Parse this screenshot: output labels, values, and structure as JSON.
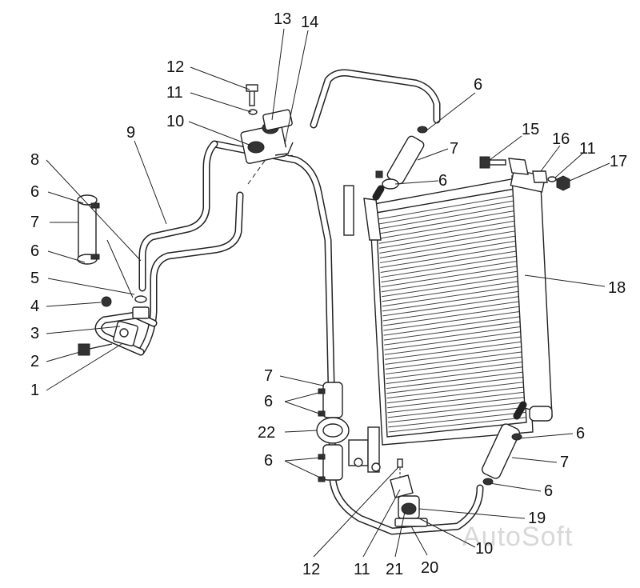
{
  "callouts": {
    "c13": "13",
    "c14": "14",
    "c12_top": "12",
    "c11_top": "11",
    "c10_top": "10",
    "c9": "9",
    "c8": "8",
    "c6_a": "6",
    "c7_a": "7",
    "c6_b": "6",
    "c5": "5",
    "c4": "4",
    "c3": "3",
    "c2": "2",
    "c1": "1",
    "c6_c": "6",
    "c7_b": "7",
    "c6_d": "6",
    "c15": "15",
    "c16": "16",
    "c11_right": "11",
    "c17": "17",
    "c18": "18",
    "c7_c": "7",
    "c6_e": "6",
    "c22": "22",
    "c6_f": "6",
    "c6_g": "6",
    "c7_d": "7",
    "c6_h": "6",
    "c19": "19",
    "c10_bottom": "10",
    "c12_bottom": "12",
    "c11_bottom": "11",
    "c21": "21",
    "c20": "20"
  },
  "watermark": "AutoSoft"
}
